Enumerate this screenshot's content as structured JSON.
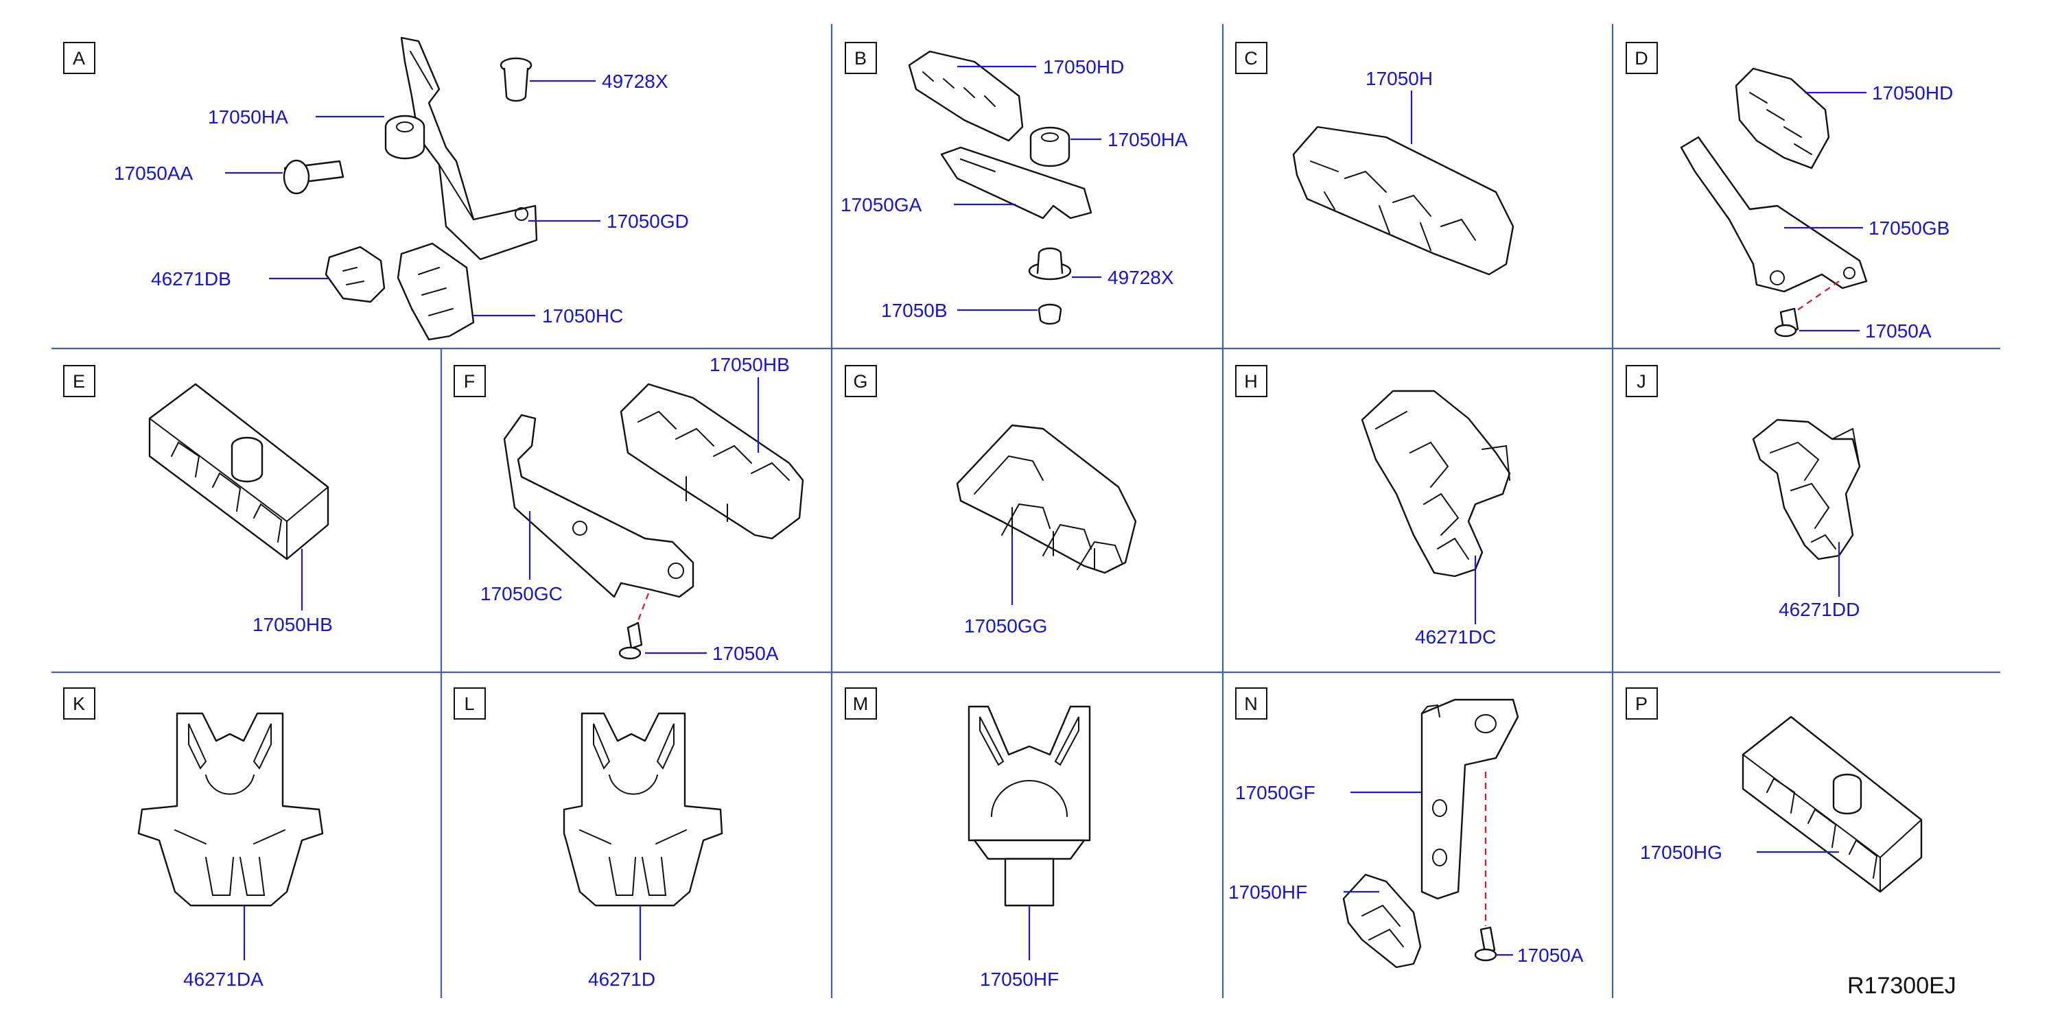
{
  "diagram": {
    "reference_code": "R17300EJ",
    "colors": {
      "label": "#1414d2",
      "grid": "#3b63b5",
      "dashed_line": "#d31a1a",
      "part_outline": "#111111"
    },
    "panels": [
      {
        "letter": "A",
        "parts": [
          "49728X",
          "17050HA",
          "17050AA",
          "17050GD",
          "46271DB",
          "17050HC"
        ]
      },
      {
        "letter": "B",
        "parts": [
          "17050HD",
          "17050HA",
          "17050GA",
          "49728X",
          "17050B"
        ]
      },
      {
        "letter": "C",
        "parts": [
          "17050H"
        ]
      },
      {
        "letter": "D",
        "parts": [
          "17050HD",
          "17050GB",
          "17050A"
        ]
      },
      {
        "letter": "E",
        "parts": [
          "17050HB"
        ]
      },
      {
        "letter": "F",
        "parts": [
          "17050HB",
          "17050GC",
          "17050A"
        ]
      },
      {
        "letter": "G",
        "parts": [
          "17050GG"
        ]
      },
      {
        "letter": "H",
        "parts": [
          "46271DC"
        ]
      },
      {
        "letter": "J",
        "parts": [
          "46271DD"
        ]
      },
      {
        "letter": "K",
        "parts": [
          "46271DA"
        ]
      },
      {
        "letter": "L",
        "parts": [
          "46271D"
        ]
      },
      {
        "letter": "M",
        "parts": [
          "17050HF"
        ]
      },
      {
        "letter": "N",
        "parts": [
          "17050GF",
          "17050HF",
          "17050A"
        ]
      },
      {
        "letter": "P",
        "parts": [
          "17050HG"
        ]
      }
    ]
  }
}
